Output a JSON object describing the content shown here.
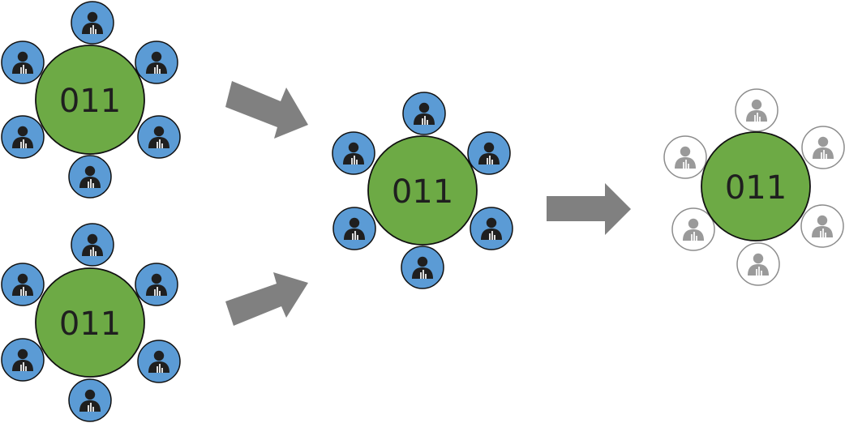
{
  "clusters": [
    {
      "id": "top-left",
      "label": "011",
      "hub_color": "#6daa45",
      "member_count": 6,
      "member_style": "active"
    },
    {
      "id": "bottom-left",
      "label": "011",
      "hub_color": "#6daa45",
      "member_count": 6,
      "member_style": "active"
    },
    {
      "id": "middle",
      "label": "011",
      "hub_color": "#6daa45",
      "member_count": 6,
      "member_style": "active"
    },
    {
      "id": "right",
      "label": "011",
      "hub_color": "#6daa45",
      "member_count": 6,
      "member_style": "faded"
    }
  ],
  "arrows": [
    {
      "from": "top-left",
      "to": "middle",
      "color": "#808080"
    },
    {
      "from": "bottom-left",
      "to": "middle",
      "color": "#808080"
    },
    {
      "from": "middle",
      "to": "right",
      "color": "#808080"
    }
  ],
  "colors": {
    "hub_fill": "#6daa45",
    "hub_stroke": "#111111",
    "member_active_fill": "#5b9bd5",
    "member_active_stroke": "#111111",
    "member_active_icon": "#1f1f1f",
    "member_faded_fill": "#ffffff",
    "member_faded_stroke": "#8c8c8c",
    "member_faded_icon": "#9a9a9a",
    "arrow": "#808080"
  },
  "icons": {
    "member": "person-icon"
  }
}
